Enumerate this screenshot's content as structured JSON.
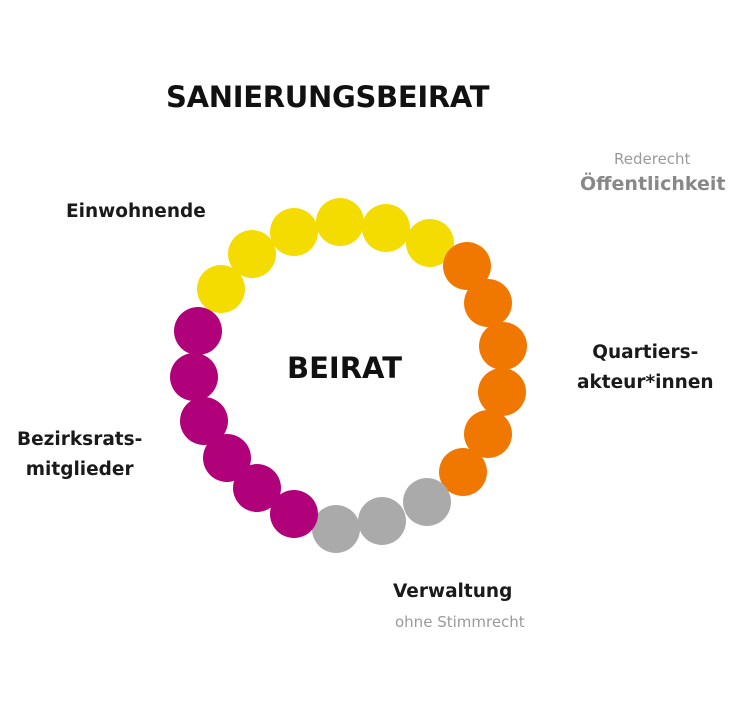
{
  "title": "SANIERUNGSBEIRAT",
  "center_label": "BEIRAT",
  "groups": {
    "einwohnende": {
      "label": "Einwohnende",
      "color": "#f5dc00"
    },
    "quartier": {
      "line1": "Quartiers-",
      "line2": "akteur*innen",
      "color": "#f07800"
    },
    "bezirk": {
      "line1": "Bezirksrats-",
      "line2": "mitglieder",
      "color": "#b0007a"
    },
    "verwaltung": {
      "label": "Verwaltung",
      "note": "ohne Stimmrecht",
      "color": "#aaaaaa"
    }
  },
  "public": {
    "note": "Rederecht",
    "label": "Öffentlichkeit"
  }
}
